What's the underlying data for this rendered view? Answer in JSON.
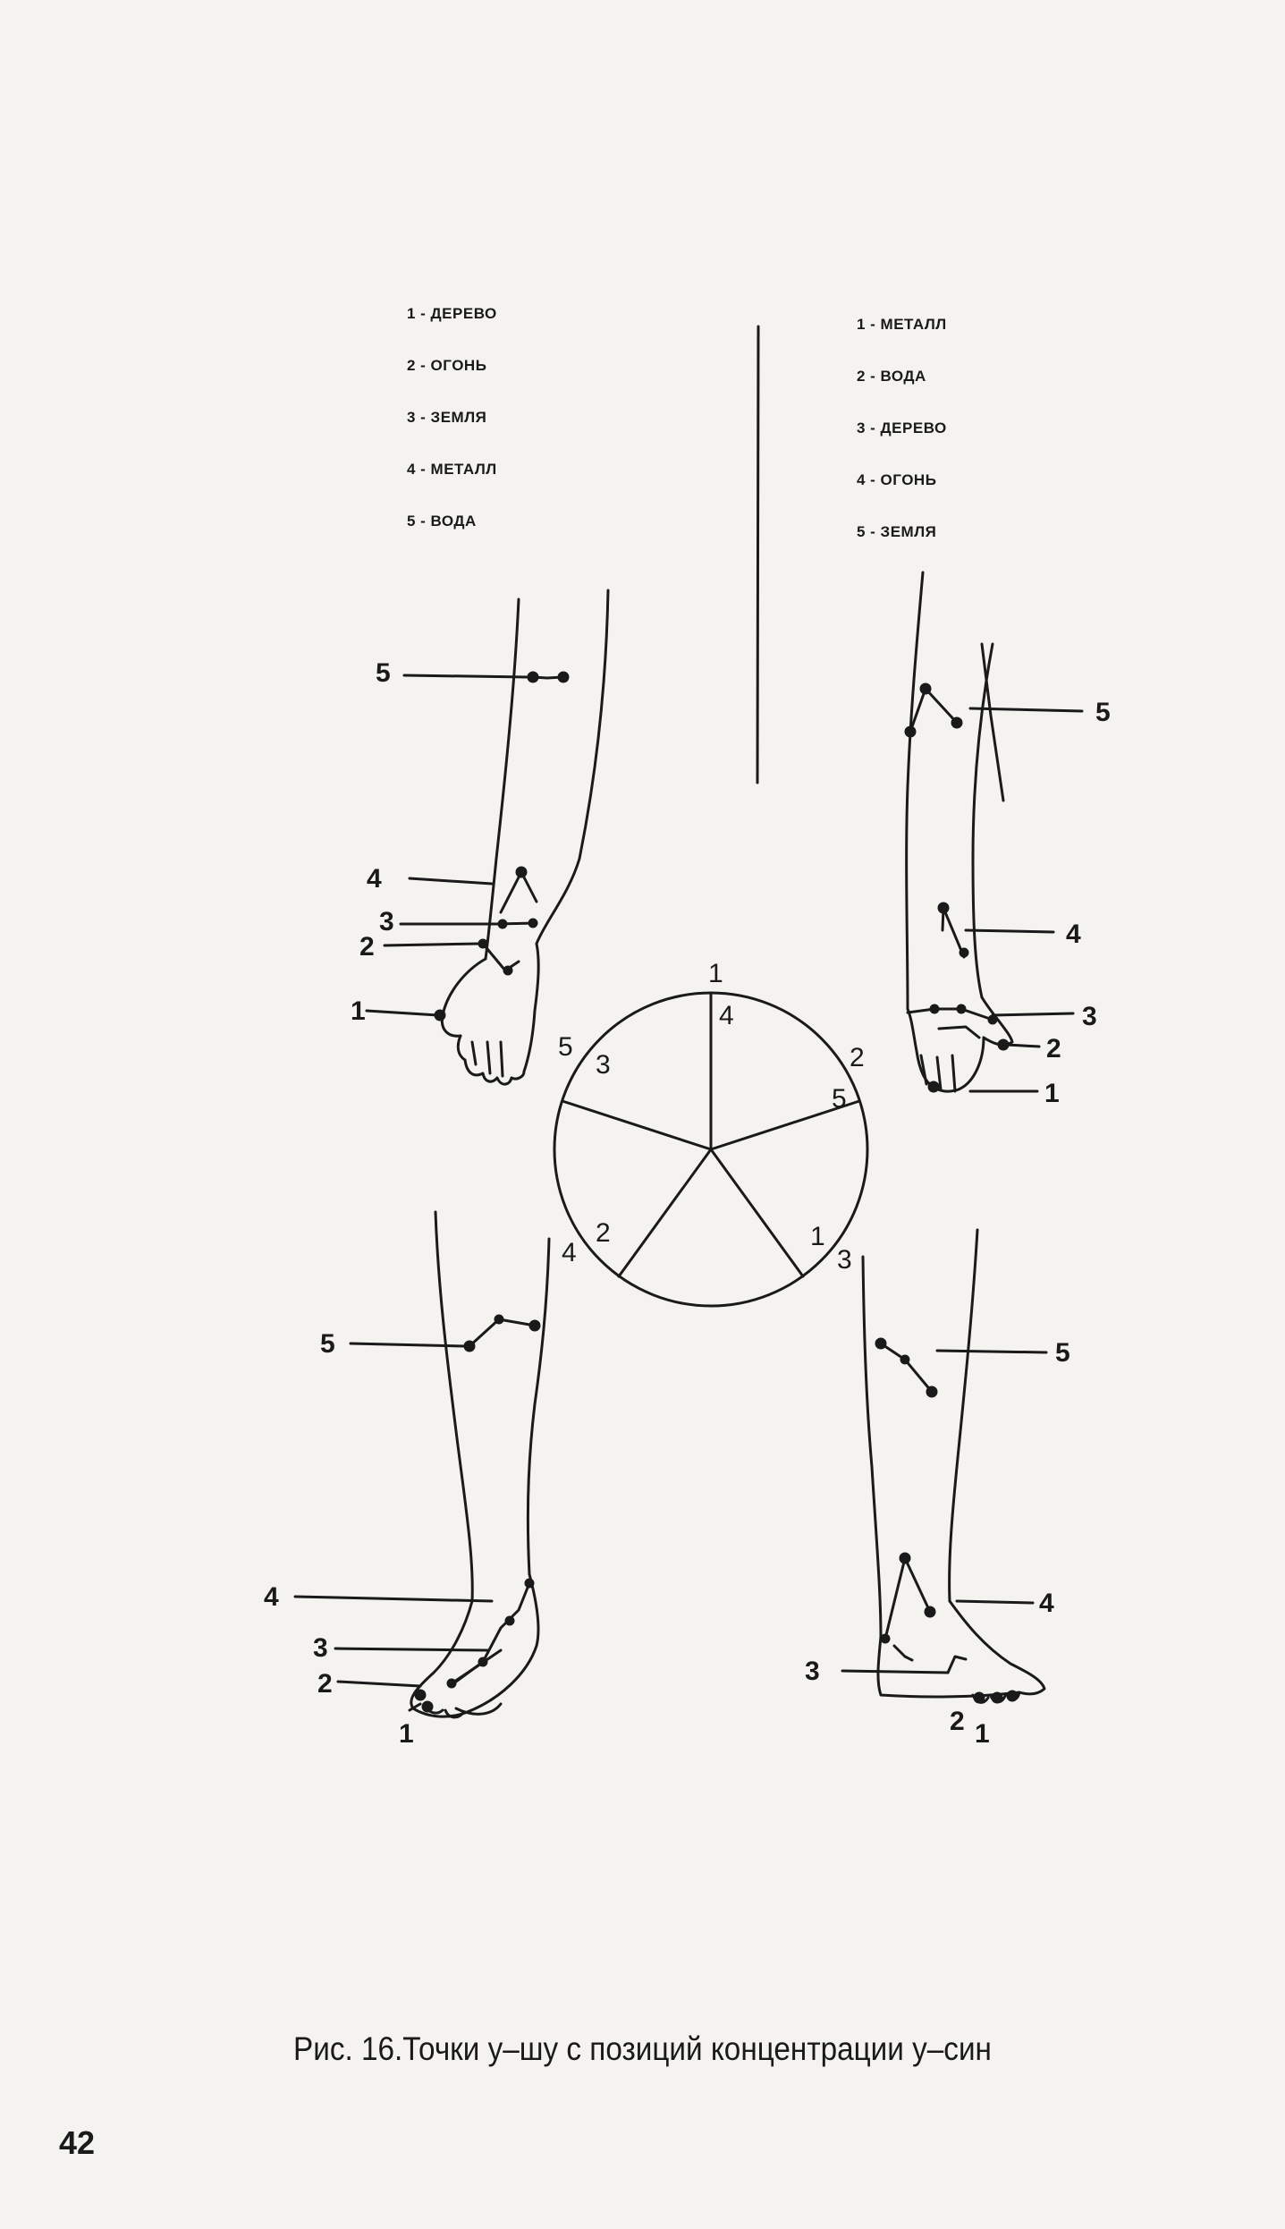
{
  "legend_left": [
    "1 - ДЕРЕВО",
    "2 - ОГОНЬ",
    "3 - ЗЕМЛЯ",
    "4 - МЕТАЛЛ",
    "5 - ВОДА"
  ],
  "legend_right": [
    "1 - МЕТАЛЛ",
    "2 - ВОДА",
    "3 - ДЕРЕВО",
    "4 - ОГОНЬ",
    "5 - ЗЕМЛЯ"
  ],
  "wheel": {
    "outer": [
      "1",
      "2",
      "3",
      "4",
      "5"
    ],
    "inner": [
      "4",
      "5",
      "1",
      "2",
      "3"
    ]
  },
  "limbs": {
    "left_arm": [
      "5",
      "4",
      "3",
      "2",
      "1"
    ],
    "right_arm": [
      "5",
      "4",
      "3",
      "2",
      "1"
    ],
    "left_leg": [
      "5",
      "4",
      "3",
      "2",
      "1"
    ],
    "right_leg": [
      "5",
      "4",
      "3",
      "2",
      "1"
    ]
  },
  "caption": "Рис. 16.Точки у–шу с позиций концентрации у–син",
  "page_number": "42"
}
